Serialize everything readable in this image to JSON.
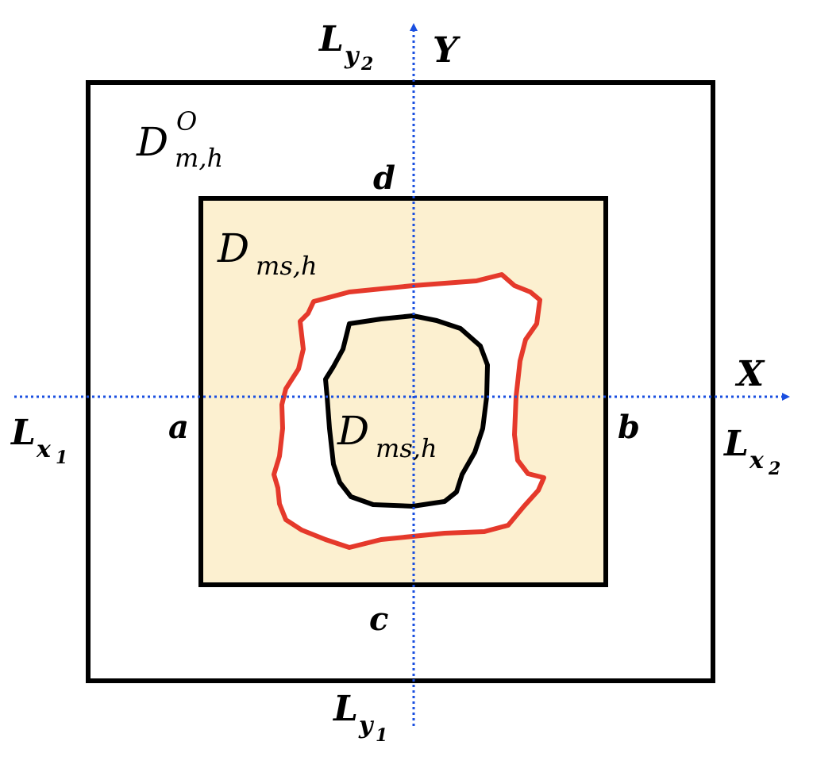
{
  "colors": {
    "outline": "#000000",
    "axis": "#1a4fe0",
    "boundary": "#e5392b",
    "fill": "#fcf0d0",
    "background": "#ffffff"
  },
  "axes": {
    "x_label": "X",
    "y_label": "Y"
  },
  "lines": {
    "lx1": {
      "base": "L",
      "sub": "x",
      "subsub": "1"
    },
    "lx2": {
      "base": "L",
      "sub": "x",
      "subsub": "2"
    },
    "ly1": {
      "base": "L",
      "sub": "y",
      "subsub": "1"
    },
    "ly2": {
      "base": "L",
      "sub": "y",
      "subsub": "2"
    }
  },
  "bounds": {
    "a": "a",
    "b": "b",
    "c": "c",
    "d": "d"
  },
  "domains": {
    "outer": {
      "base": "D",
      "sup": "O",
      "sub": "m,h"
    },
    "inner": {
      "base": "D",
      "sub": "ms,h"
    },
    "core": {
      "base": "D",
      "sub": "ms,h"
    }
  }
}
